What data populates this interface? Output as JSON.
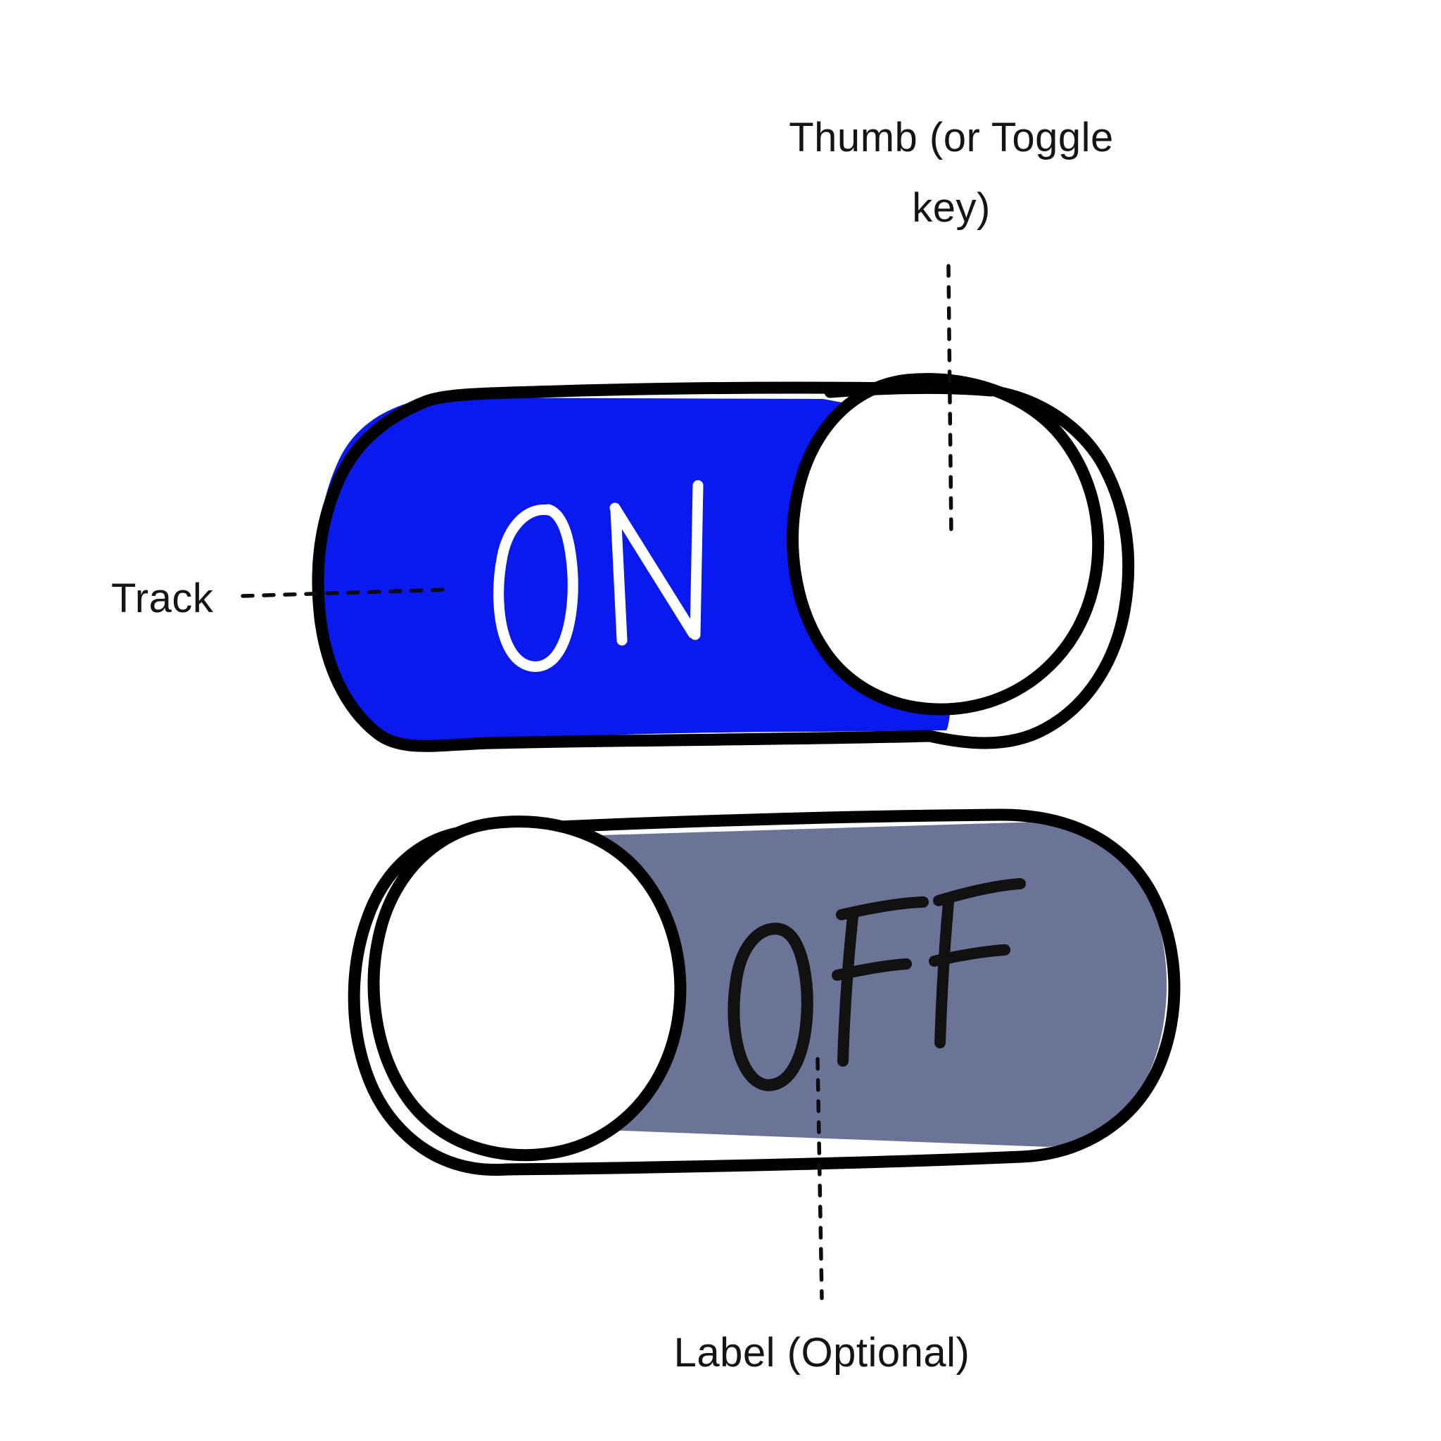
{
  "page": {
    "title": "Toggle switch anatomy diagram",
    "background_color": "#ffffff"
  },
  "colors": {
    "track_on": "#0A1AEF",
    "track_off": "#6B7497",
    "thumb": "#ffffff",
    "ink": "#000000",
    "on_label_text": "#ffffff",
    "off_label_text": "#111111",
    "annotation_text": "#141414",
    "leader_line": "#0c0c0c"
  },
  "annotations": {
    "thumb": {
      "line1": "Thumb (or Toggle",
      "line2": "key)",
      "full": "Thumb (or Toggle key)"
    },
    "track": {
      "text": "Track"
    },
    "label": {
      "text": "Label (Optional)"
    }
  },
  "toggles": [
    {
      "id": "toggle-on",
      "state": "ON",
      "state_label": "ON",
      "thumb_position": "right",
      "track_color": "#0A1AEF",
      "label_color": "#ffffff"
    },
    {
      "id": "toggle-off",
      "state": "OFF",
      "state_label": "OFF",
      "thumb_position": "left",
      "track_color": "#6B7497",
      "label_color": "#111111"
    }
  ]
}
